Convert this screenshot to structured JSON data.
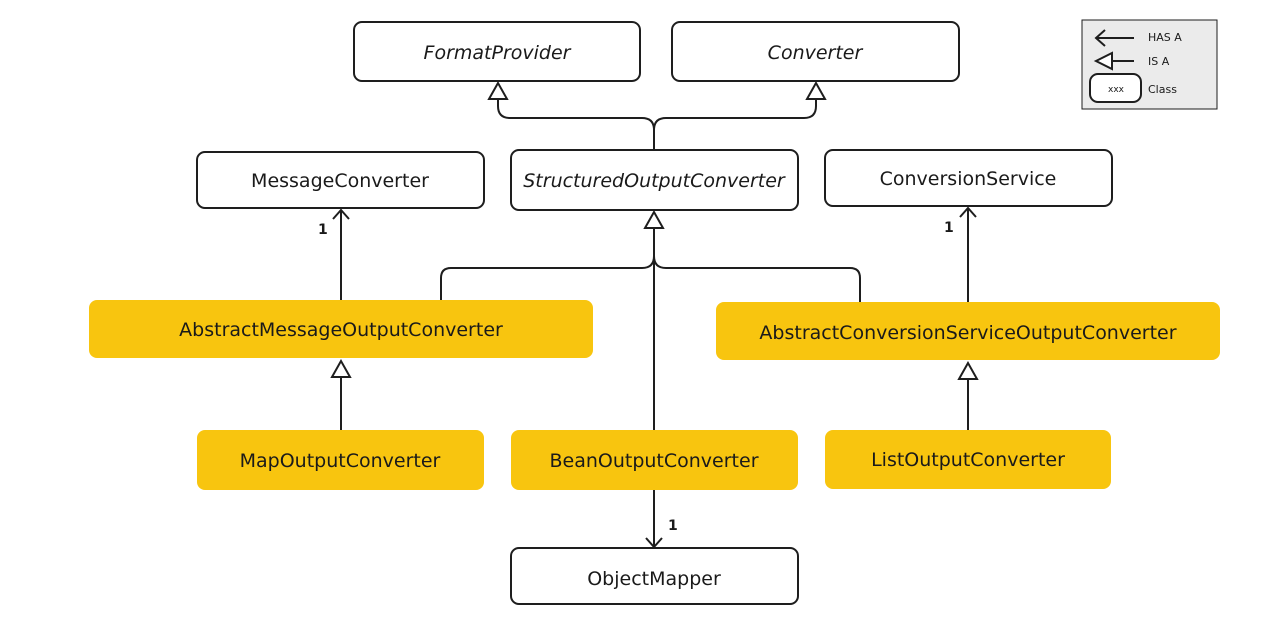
{
  "nodes": {
    "format_provider": "FormatProvider",
    "converter": "Converter",
    "message_converter": "MessageConverter",
    "structured_output_converter": "StructuredOutputConverter",
    "conversion_service": "ConversionService",
    "abstract_message_output_converter": "AbstractMessageOutputConverter",
    "abstract_conversion_service_output_converter": "AbstractConversionServiceOutputConverter",
    "map_output_converter": "MapOutputConverter",
    "bean_output_converter": "BeanOutputConverter",
    "list_output_converter": "ListOutputConverter",
    "object_mapper": "ObjectMapper"
  },
  "multiplicities": {
    "message_converter": "1",
    "conversion_service": "1",
    "object_mapper": "1"
  },
  "legend": {
    "has_a": "HAS A",
    "is_a": "IS A",
    "class_sample": "xxx",
    "class": "Class"
  },
  "colors": {
    "highlight": "#f8c50f",
    "stroke": "#1e1e1e",
    "legend_bg": "#ebebeb"
  }
}
